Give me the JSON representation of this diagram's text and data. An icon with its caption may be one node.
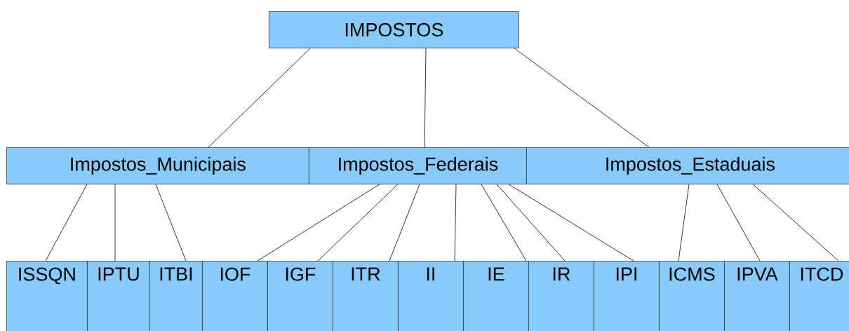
{
  "diagram": {
    "nodes": [
      {
        "text": [
          "IMPOSTOS"
        ]
      },
      {
        "text": [
          "Impostos_Municipais"
        ]
      },
      {
        "text": [
          "Impostos_Federais"
        ]
      },
      {
        "text": [
          "Impostos_Estaduais"
        ]
      },
      {
        "text": [
          "ISSQN"
        ]
      },
      {
        "text": [
          "IPTU"
        ]
      },
      {
        "text": [
          "ITBI"
        ]
      },
      {
        "text": [
          "IOF"
        ]
      },
      {
        "text": [
          "IGF"
        ]
      },
      {
        "text": [
          "ITR"
        ]
      },
      {
        "text": [
          "II"
        ]
      },
      {
        "text": [
          "IE"
        ]
      },
      {
        "text": [
          "IR"
        ]
      },
      {
        "text": [
          "IPI"
        ]
      },
      {
        "text": [
          "ICMS"
        ]
      },
      {
        "text": [
          "IPVA"
        ]
      },
      {
        "text": [
          "ITCD"
        ]
      }
    ],
    "edges": [
      {
        "from": 0,
        "to": 1,
        "arrow": "none"
      },
      {
        "from": 0,
        "to": 2,
        "arrow": "none"
      },
      {
        "from": 0,
        "to": 3,
        "arrow": "none"
      },
      {
        "from": 1,
        "to": 4,
        "arrow": "none"
      },
      {
        "from": 1,
        "to": 5,
        "arrow": "none"
      },
      {
        "from": 1,
        "to": 6,
        "arrow": "none"
      },
      {
        "from": 2,
        "to": 7,
        "arrow": "none"
      },
      {
        "from": 2,
        "to": 8,
        "arrow": "none"
      },
      {
        "from": 2,
        "to": 9,
        "arrow": "none"
      },
      {
        "from": 2,
        "to": 10,
        "arrow": "none"
      },
      {
        "from": 2,
        "to": 11,
        "arrow": "none"
      },
      {
        "from": 2,
        "to": 12,
        "arrow": "none"
      },
      {
        "from": 2,
        "to": 13,
        "arrow": "none"
      },
      {
        "from": 3,
        "to": 14,
        "arrow": "none"
      },
      {
        "from": 3,
        "to": 15,
        "arrow": "none"
      },
      {
        "from": 3,
        "to": 16,
        "arrow": "none"
      }
    ]
  }
}
